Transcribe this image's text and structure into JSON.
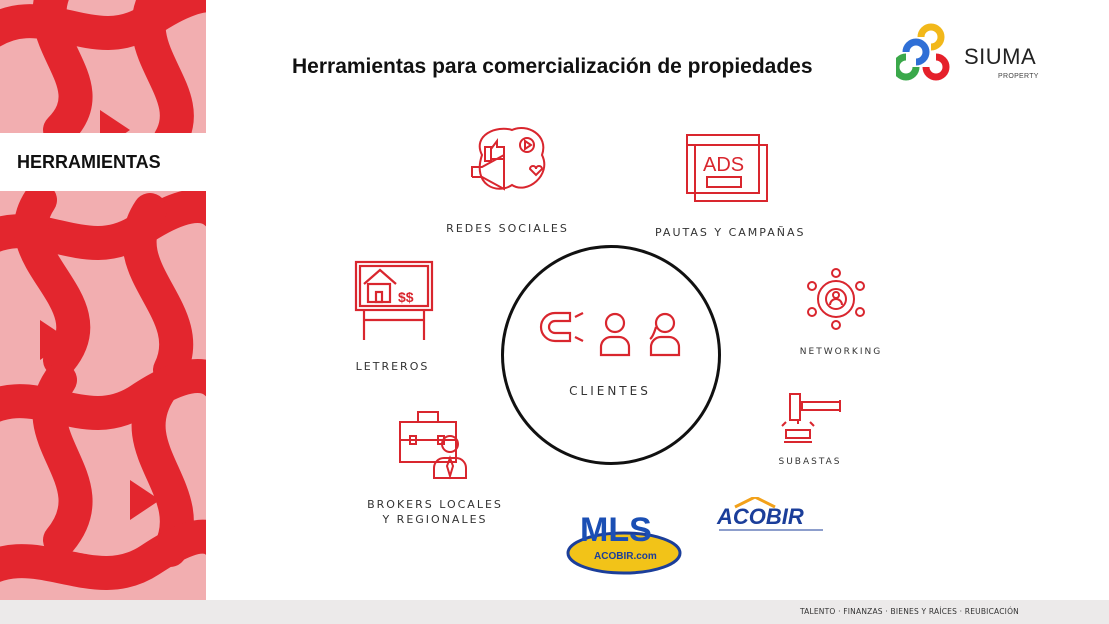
{
  "slide": {
    "title": "Herramientas para comercialización de propiedades",
    "section_tab": "HERRAMIENTAS"
  },
  "logo": {
    "name": "SIUMA",
    "sub": "PROPERTY"
  },
  "center": {
    "label": "CLIENTES"
  },
  "tools": {
    "redes": "REDES SOCIALES",
    "pautas": "PAUTAS Y CAMPAÑAS",
    "networking": "NETWORKING",
    "subastas": "SUBASTAS",
    "letreros": "LETREROS",
    "brokers_1": "BROKERS LOCALES",
    "brokers_2": "Y REGIONALES",
    "ads_text": "ADS",
    "dollar_text": "$$"
  },
  "partners": {
    "mls": "MLS",
    "mls_sub": "ACOBIR.com",
    "acobir": "ACOBIR"
  },
  "footer": {
    "tagline": "TALENTO · FINANZAS · BIENES Y RAÍCES · REUBICACIÓN"
  },
  "colors": {
    "accent_red": "#e5202a",
    "sidebar_pink": "#f2aeb0",
    "icon_red": "#d9262e"
  }
}
